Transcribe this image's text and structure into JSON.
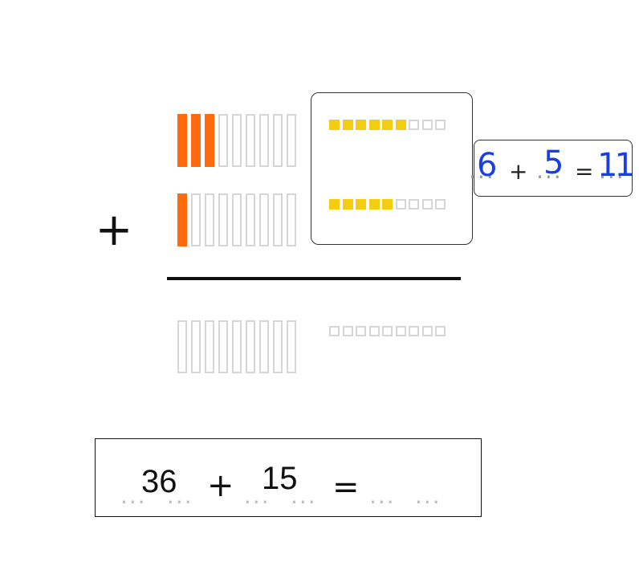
{
  "tens_rows": [
    {
      "filled": 3,
      "total": 9
    },
    {
      "filled": 1,
      "total": 9
    },
    {
      "filled": 0,
      "total": 9
    }
  ],
  "unit_rows": [
    {
      "filled": 6,
      "total": 9
    },
    {
      "filled": 5,
      "total": 9
    },
    {
      "filled": 0,
      "total": 9
    }
  ],
  "operator": "+",
  "units_equation": {
    "a": "6",
    "b": "5",
    "result": "11",
    "plus": "+",
    "equals": "=",
    "blank": "..."
  },
  "main_equation": {
    "a": "36",
    "b": "15",
    "plus": "+",
    "equals": "=",
    "blank": "..."
  },
  "colors": {
    "tens": "#ff6a0c",
    "units": "#f4cd12",
    "empty": "#d6d6d6",
    "handwriting": "#1a3fe0"
  }
}
